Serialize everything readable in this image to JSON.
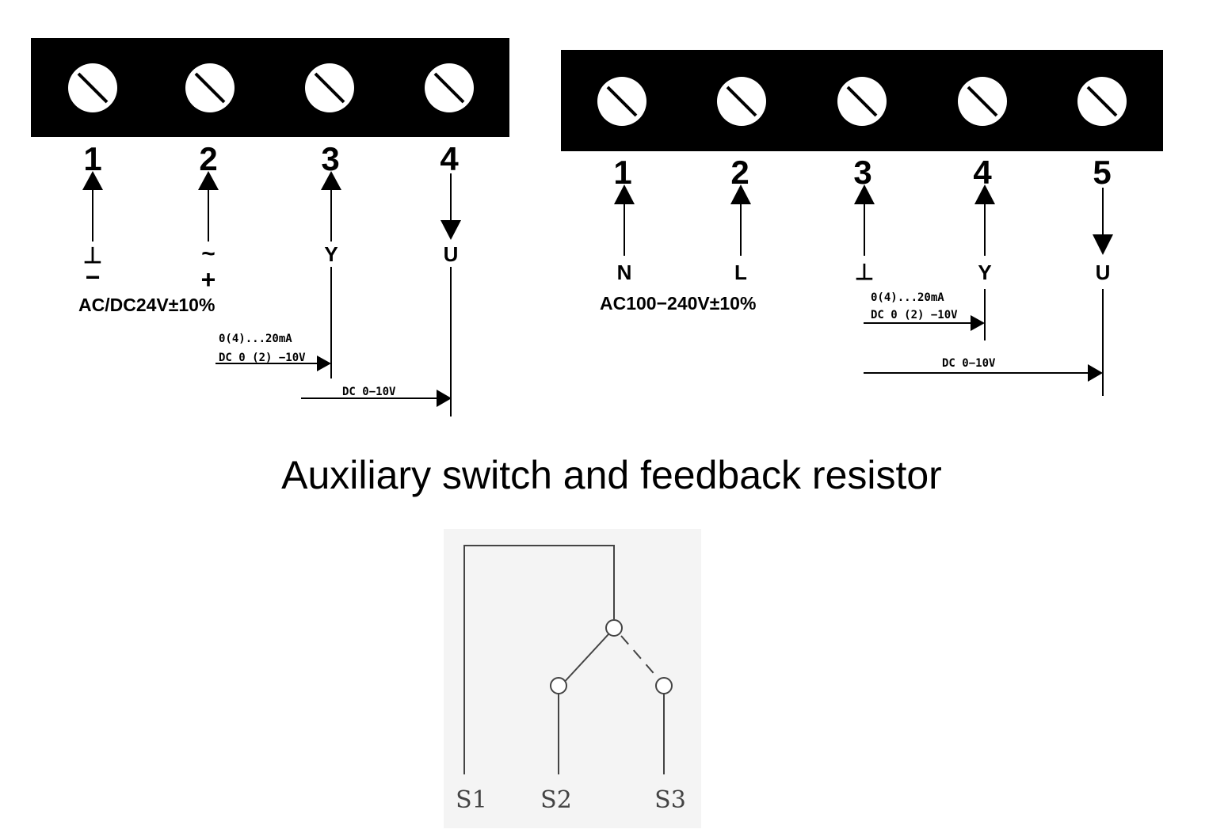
{
  "diagram_a": {
    "terminals": [
      "1",
      "2",
      "3",
      "4"
    ],
    "ground_symbol": "⊥",
    "minus_symbol": "−",
    "tilde_symbol": "~",
    "plus_symbol": "+",
    "y_label": "Y",
    "u_label": "U",
    "supply_label": "AC/DC24V±10%",
    "signal_line1": "0(4)...20mA",
    "signal_line2": "DC 0 (2) −10V",
    "feedback_label": "DC 0−10V"
  },
  "diagram_b": {
    "terminals": [
      "1",
      "2",
      "3",
      "4",
      "5"
    ],
    "n_label": "N",
    "l_label": "L",
    "ground_symbol": "⊥",
    "y_label": "Y",
    "u_label": "U",
    "supply_label": "AC100−240V±10%",
    "signal_line1": "0(4)...20mA",
    "signal_line2": "DC 0 (2) −10V",
    "feedback_label": "DC 0−10V"
  },
  "section_title": "Auxiliary switch and feedback resistor",
  "switch": {
    "labels": [
      "S1",
      "S2",
      "S3"
    ]
  },
  "colors": {
    "ink": "#000000",
    "screw_fill": "#ffffff",
    "switch_panel": "#f4f4f4",
    "switch_ink": "#444444"
  }
}
